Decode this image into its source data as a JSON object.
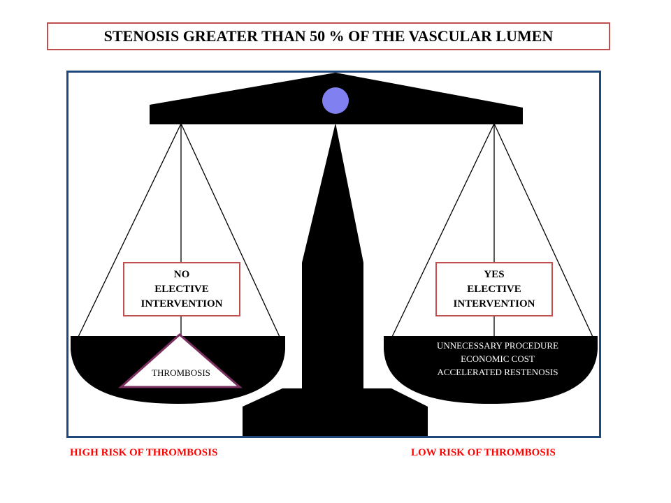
{
  "title": "STENOSIS GREATER THAN 50 % OF THE VASCULAR LUMEN",
  "left_side": {
    "decision_lines": [
      "NO",
      "ELECTIVE",
      "INTERVENTION"
    ],
    "weight_label": "THROMBOSIS",
    "risk_label": "HIGH RISK OF THROMBOSIS"
  },
  "right_side": {
    "decision_lines": [
      "YES",
      "ELECTIVE",
      "INTERVENTION"
    ],
    "weight_lines": [
      "UNNECESSARY PROCEDURE",
      "ECONOMIC COST",
      "ACCELERATED RESTENOSIS"
    ],
    "risk_label": "LOW RISK OF THROMBOSIS"
  },
  "colors": {
    "box_border": "#c0504d",
    "frame_border": "#1f497d",
    "risk_text": "#ff0000",
    "pivot": "#8080f0",
    "scale": "#000000"
  }
}
